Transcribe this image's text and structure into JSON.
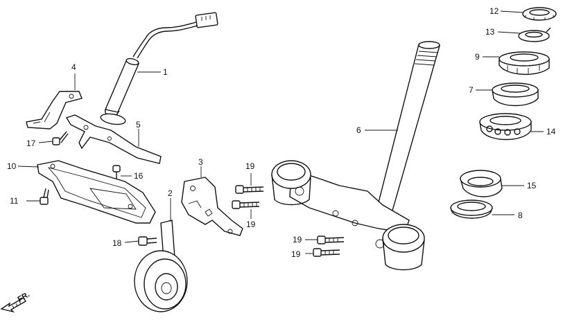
{
  "labels": {
    "p1": "1",
    "p2": "2",
    "p3": "3",
    "p4": "4",
    "p5": "5",
    "p6": "6",
    "p7": "7",
    "p8": "8",
    "p9": "9",
    "p10": "10",
    "p11": "11",
    "p12": "12",
    "p13": "13",
    "p14": "14",
    "p15": "15",
    "p16": "16",
    "p17": "17",
    "p18": "18",
    "p19a": "19",
    "p19b": "19",
    "p19c": "19",
    "p19d": "19"
  },
  "direction": {
    "front_label": "FR."
  }
}
